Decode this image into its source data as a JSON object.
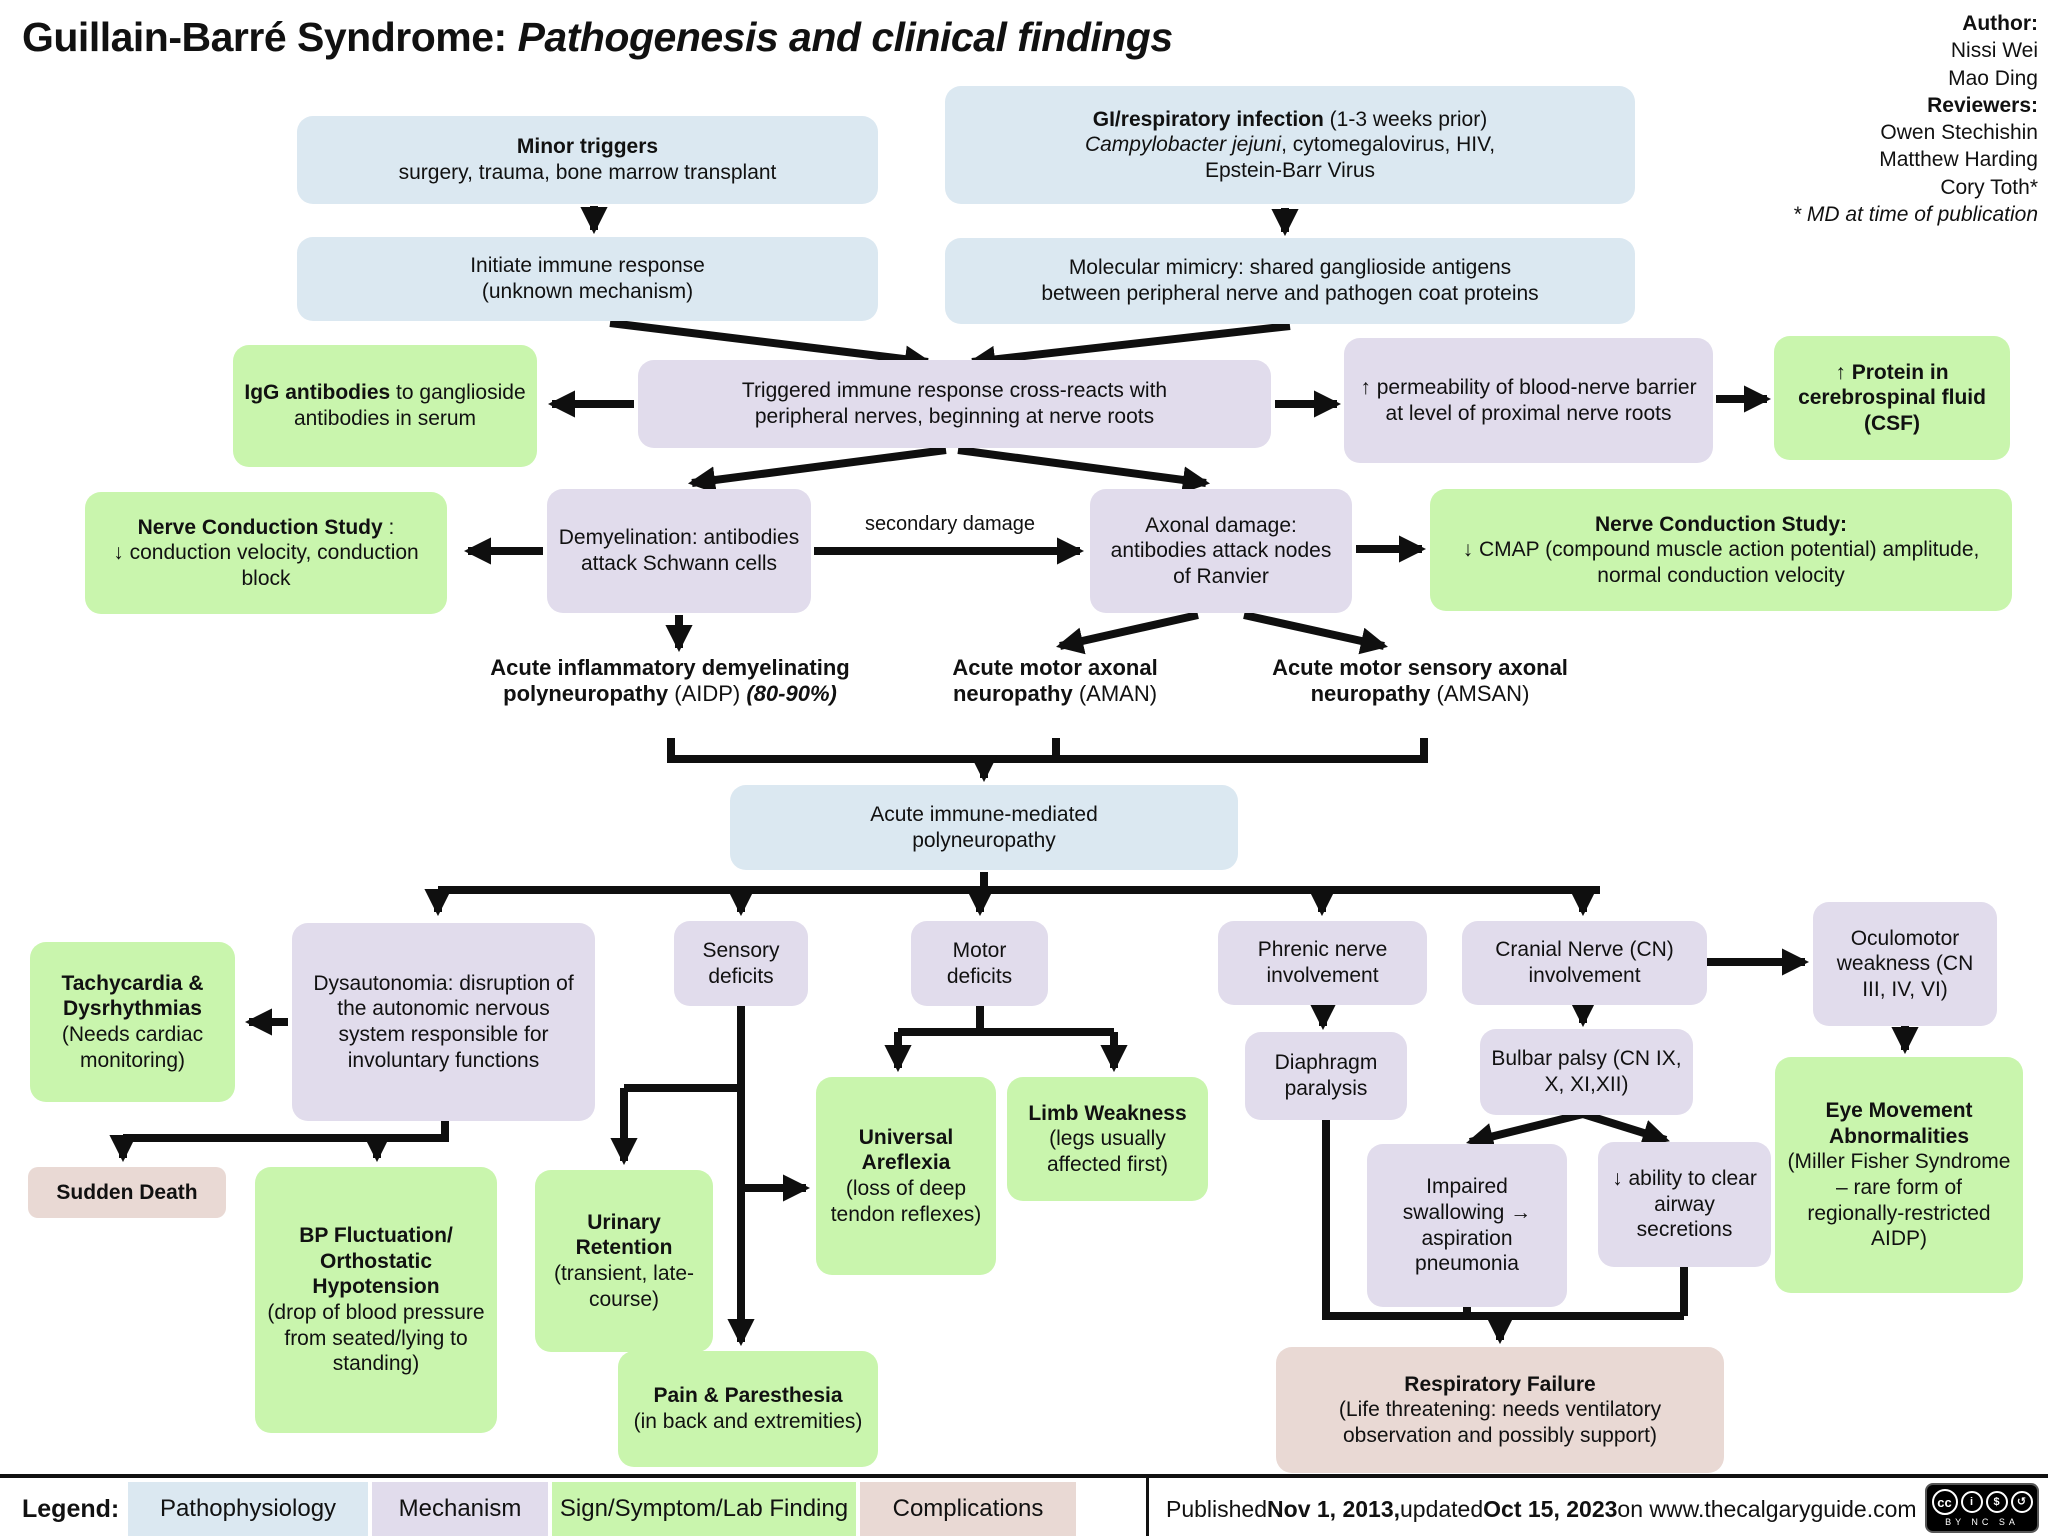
{
  "title": {
    "main": "Guillain-Barré Syndrome:",
    "sub": "Pathogenesis and clinical findings"
  },
  "credits": {
    "author_label": "Author:",
    "authors": [
      "Nissi Wei",
      "Mao Ding"
    ],
    "reviewers_label": "Reviewers:",
    "reviewers": [
      "Owen Stechishin",
      "Matthew Harding",
      "Cory Toth*"
    ],
    "footnote": "* MD at time of publication"
  },
  "nodes": {
    "minor": {
      "title": "Minor triggers",
      "body": "surgery, trauma, bone marrow transplant"
    },
    "gi": {
      "t1": "GI/respiratory infection",
      "t2": " (1-3 weeks prior)",
      "t3": "Campylobacter jejuni",
      "t4": ", cytomegalovirus, HIV,",
      "t5": "Epstein-Barr Virus"
    },
    "initiate": {
      "l1": "Initiate immune response",
      "l2": "(unknown mechanism)"
    },
    "molecular": {
      "l1": "Molecular mimicry: shared ganglioside antigens",
      "l2": "between peripheral nerve and pathogen coat proteins"
    },
    "igg": {
      "b": "IgG antibodies",
      "rest": " to ganglioside antibodies in serum"
    },
    "triggered": {
      "l1": "Triggered immune response cross-reacts with",
      "l2": "peripheral nerves, beginning at nerve roots"
    },
    "permeability": {
      "text": "↑ permeability of blood-nerve barrier at level of proximal nerve roots"
    },
    "protein": {
      "b": "↑ Protein in cerebrospinal fluid (CSF)"
    },
    "ncs_left": {
      "b": "Nerve Conduction Study",
      "colon": " :",
      "body": "↓ conduction velocity, conduction block"
    },
    "demyel": {
      "text": "Demyelination: antibodies attack Schwann cells"
    },
    "secondary": "secondary damage",
    "axonal": {
      "text": "Axonal damage: antibodies attack nodes of Ranvier"
    },
    "ncs_right": {
      "b": "Nerve Conduction Study:",
      "body": "↓ CMAP (compound muscle action potential) amplitude, normal conduction velocity"
    },
    "aidp": {
      "b": "Acute inflammatory demyelinating polyneuropathy",
      "m": " (AIDP) ",
      "i": "(80-90%)"
    },
    "aman": {
      "b": "Acute motor axonal neuropathy",
      "m": " (AMAN)"
    },
    "amsan": {
      "b": "Acute motor sensory axonal neuropathy",
      "m": " (AMSAN)"
    },
    "acute": {
      "l1": "Acute immune-mediated",
      "l2": "polyneuropathy"
    },
    "tachy": {
      "b": "Tachycardia & Dysrhythmias",
      "rest": "(Needs cardiac monitoring)"
    },
    "dys": {
      "text": "Dysautonomia: disruption of the autonomic nervous system responsible for involuntary functions"
    },
    "sensory": {
      "text": "Sensory deficits"
    },
    "motor": {
      "text": "Motor deficits"
    },
    "phrenic": {
      "text": "Phrenic nerve involvement"
    },
    "cranial": {
      "text": "Cranial Nerve (CN) involvement"
    },
    "oculomotor": {
      "text": "Oculomotor weakness (CN III, IV, VI)"
    },
    "sudden": {
      "b": "Sudden Death"
    },
    "bp": {
      "b": "BP Fluctuation/ Orthostatic Hypotension",
      "rest": "(drop of blood pressure from seated/lying to standing)"
    },
    "urinary": {
      "b": "Urinary Retention",
      "rest": "(transient, late-course)"
    },
    "pain": {
      "b": "Pain & Paresthesia",
      "rest": "(in back and extremities)"
    },
    "universal": {
      "b": "Universal Areflexia",
      "rest": "(loss of deep tendon reflexes)"
    },
    "limb": {
      "b": "Limb Weakness",
      "rest": "(legs usually affected first)"
    },
    "diaphragm": {
      "text": "Diaphragm paralysis"
    },
    "bulbar": {
      "text": "Bulbar palsy (CN IX, X, XI,XII)"
    },
    "impaired": {
      "text": "Impaired swallowing → aspiration pneumonia"
    },
    "airway": {
      "text": "↓ ability to clear airway secretions"
    },
    "eye": {
      "b": "Eye Movement Abnormalities",
      "rest": "(Miller Fisher Syndrome – rare form of regionally-restricted AIDP)"
    },
    "respiratory": {
      "b": "Respiratory Failure",
      "rest": "(Life threatening: needs ventilatory observation and possibly support)"
    }
  },
  "legend": {
    "label": "Legend:",
    "items": [
      {
        "label": "Pathophysiology",
        "color": "#dbe8f1"
      },
      {
        "label": "Mechanism",
        "color": "#e1dcec"
      },
      {
        "label": "Sign/Symptom/Lab Finding",
        "color": "#c9f5ad"
      },
      {
        "label": "Complications",
        "color": "#e9d9d4"
      }
    ]
  },
  "footer": {
    "p1": "Published ",
    "b1": "Nov 1, 2013,",
    "p2": " updated ",
    "b2": "Oct 15, 2023",
    "p3": " on www.thecalgaryguide.com",
    "cc_glyphs": {
      "cc": "cc",
      "by": "i",
      "nc": "$",
      "sa": "↺"
    },
    "cc_label": "BY NC SA"
  },
  "colors": {
    "pathophysiology": "#dbe8f1",
    "mechanism": "#e1dcec",
    "sign_symptom": "#c9f5ad",
    "complication": "#e9d9d4",
    "line": "#0f0f0f"
  }
}
